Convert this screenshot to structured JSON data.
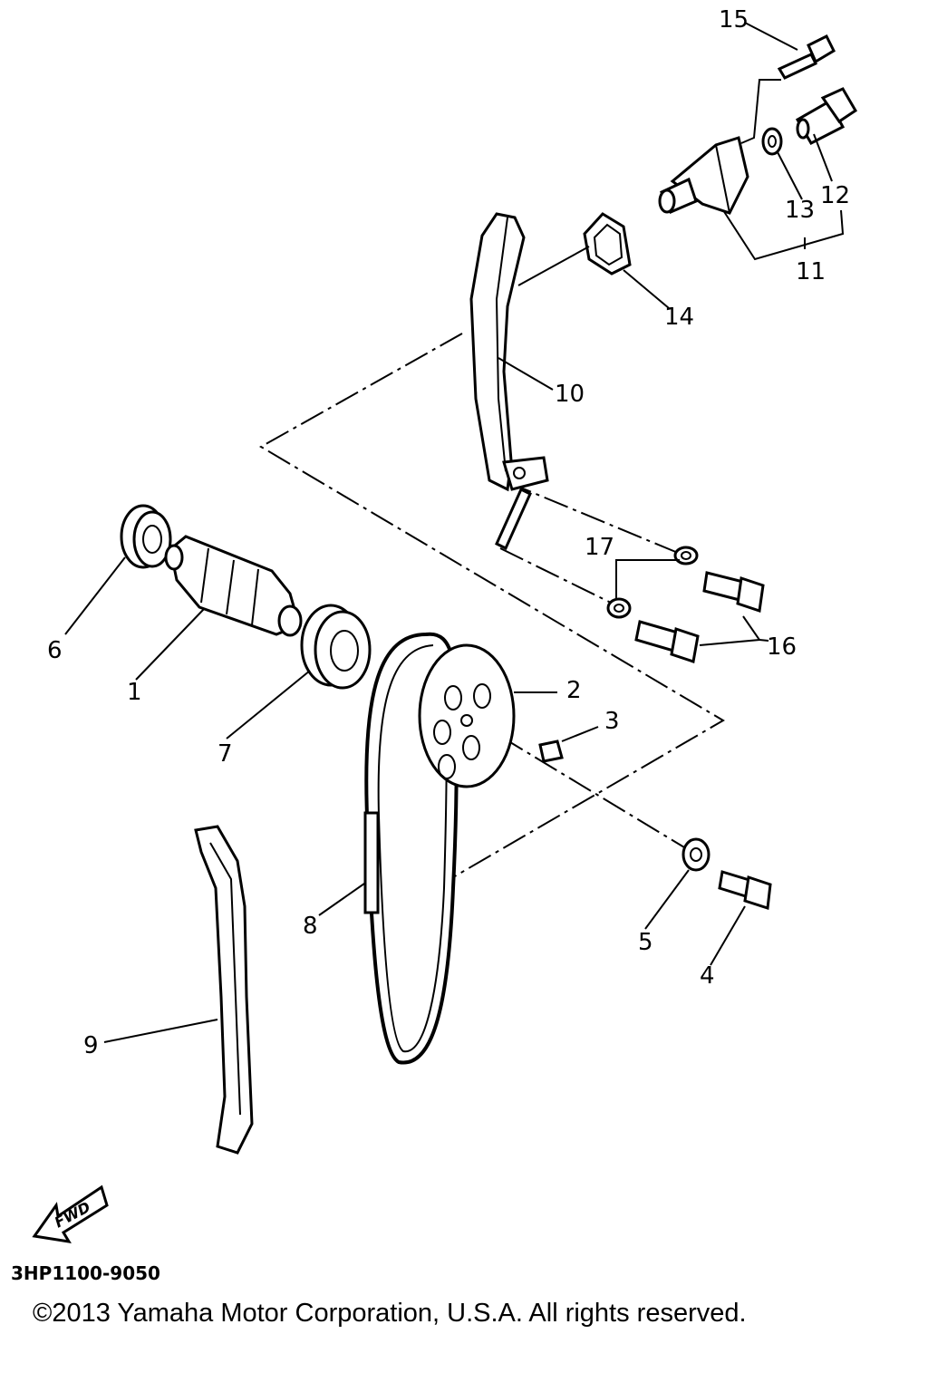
{
  "diagram": {
    "callouts": [
      {
        "id": "1",
        "text": "1"
      },
      {
        "id": "2",
        "text": "2"
      },
      {
        "id": "3",
        "text": "3"
      },
      {
        "id": "4",
        "text": "4"
      },
      {
        "id": "5",
        "text": "5"
      },
      {
        "id": "6",
        "text": "6"
      },
      {
        "id": "7",
        "text": "7"
      },
      {
        "id": "8",
        "text": "8"
      },
      {
        "id": "9",
        "text": "9"
      },
      {
        "id": "10",
        "text": "10"
      },
      {
        "id": "11",
        "text": "11"
      },
      {
        "id": "12",
        "text": "12"
      },
      {
        "id": "13",
        "text": "13"
      },
      {
        "id": "14",
        "text": "14"
      },
      {
        "id": "15",
        "text": "15"
      },
      {
        "id": "16",
        "text": "16"
      },
      {
        "id": "17",
        "text": "17"
      }
    ],
    "fwd_label": "FWD",
    "drawing_code": "3HP1100-9050",
    "copyright": "©2013 Yamaha Motor Corporation, U.S.A. All rights reserved."
  }
}
